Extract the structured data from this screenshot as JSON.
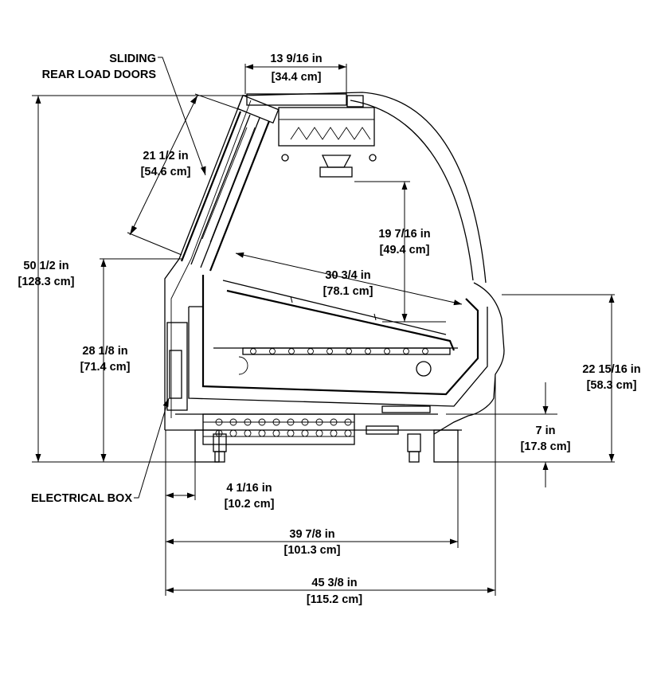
{
  "labels": {
    "sliding_line1": "SLIDING",
    "sliding_line2": "REAR LOAD DOORS",
    "electrical_box": "ELECTRICAL BOX"
  },
  "dimensions": {
    "top_width": {
      "imperial": "13 9/16 in",
      "metric": "[34.4 cm]"
    },
    "glass_diagonal": {
      "imperial": "21 1/2 in",
      "metric": "[54.6 cm]"
    },
    "overall_height": {
      "imperial": "50 1/2 in",
      "metric": "[128.3 cm]"
    },
    "display_height": {
      "imperial": "19 7/16 in",
      "metric": "[49.4 cm]"
    },
    "deck_depth": {
      "imperial": "30 3/4 in",
      "metric": "[78.1 cm]"
    },
    "rear_height": {
      "imperial": "28 1/8 in",
      "metric": "[71.4 cm]"
    },
    "front_height": {
      "imperial": "22 15/16 in",
      "metric": "[58.3 cm]"
    },
    "toe_kick": {
      "imperial": "7 in",
      "metric": "[17.8 cm]"
    },
    "electrical_offset": {
      "imperial": "4 1/16 in",
      "metric": "[10.2 cm]"
    },
    "base_width": {
      "imperial": "39 7/8 in",
      "metric": "[101.3 cm]"
    },
    "overall_width": {
      "imperial": "45 3/8 in",
      "metric": "[115.2 cm]"
    }
  }
}
